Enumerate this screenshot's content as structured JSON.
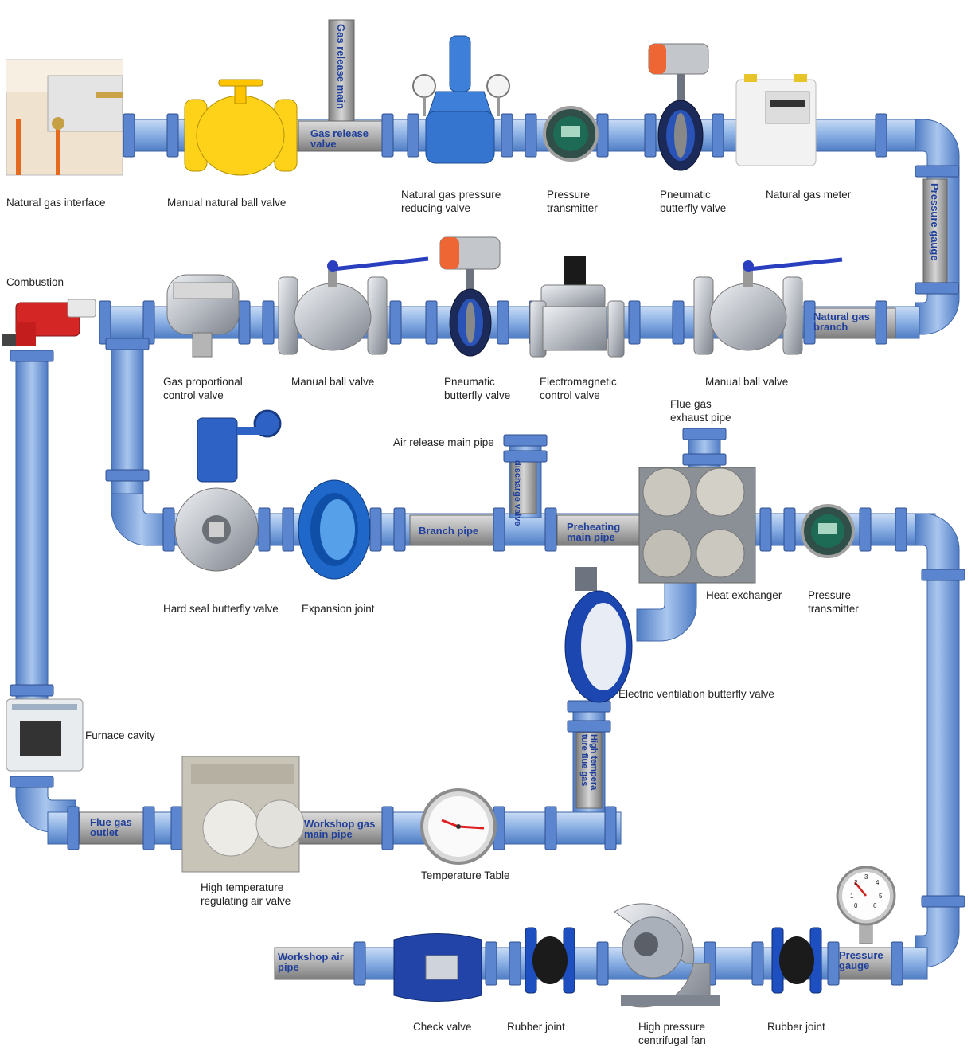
{
  "colors": {
    "pipe": "#8eb3e6",
    "pipe_dark": "#4f7cc4",
    "pipe_light": "#c9dcf5",
    "flange": "#5b86cf",
    "gray_pipe": "#a9a9a9",
    "blue_text": "#1f3f9a",
    "valve_yellow": "#ffd21a",
    "valve_blue": "#2a53b8",
    "valve_gray": "#b9bcc2",
    "actuator_orange": "#ee6633"
  },
  "components": {
    "natural_gas_interface": "Natural gas interface",
    "manual_natural_ball_valve": "Manual natural ball valve",
    "pressure_reducing_valve": "Natural gas pressure\nreducing valve",
    "pressure_transmitter_top": "Pressure\ntransmitter",
    "pneumatic_butterfly_top": "Pneumatic\nbutterfly valve",
    "natural_gas_meter": "Natural gas meter",
    "combustion": "Combustion",
    "gas_proportional_valve": "Gas proportional\ncontrol valve",
    "manual_ball_valve_left": "Manual ball valve",
    "pneumatic_butterfly_mid": "Pneumatic\nbutterfly valve",
    "electromagnetic_valve": "Electromagnetic\ncontrol valve",
    "manual_ball_valve_right": "Manual ball valve",
    "flue_gas_exhaust_pipe": "Flue gas\nexhaust pipe",
    "air_release_main_pipe": "Air release main pipe",
    "hard_seal_butterfly": "Hard seal butterfly valve",
    "expansion_joint": "Expansion joint",
    "heat_exchanger": "Heat exchanger",
    "pressure_transmitter_mid": "Pressure\ntransmitter",
    "electric_ventilation_valve": "Electric ventilation butterfly valve",
    "furnace_cavity": "Furnace cavity",
    "high_temp_air_valve": "High temperature\nregulating air valve",
    "temperature_table": "Temperature Table",
    "check_valve": "Check valve",
    "rubber_joint_left": "Rubber joint",
    "centrifugal_fan": "High pressure\ncentrifugal fan",
    "rubber_joint_right": "Rubber joint"
  },
  "pipe_labels": {
    "gas_release_main": "Gas release main",
    "gas_release_valve_1": "Gas release",
    "gas_release_valve_2": "valve",
    "pressure_gauge_vertical": "Pressure gauge",
    "natural_gas_branch_1": "Natural gas",
    "natural_gas_branch_2": "branch",
    "discharge_valve": "discharge valve",
    "branch_pipe": "Branch pipe",
    "preheating_main_1": "Preheating",
    "preheating_main_2": "main pipe",
    "high_temp_flue_1": "High tempera",
    "high_temp_flue_2": "ture flue gas",
    "flue_gas_outlet_1": "Flue gas",
    "flue_gas_outlet_2": "outlet",
    "workshop_gas_main_1": "Workshop gas",
    "workshop_gas_main_2": "main pipe",
    "workshop_air_1": "Workshop air",
    "workshop_air_2": "pipe",
    "pressure_gauge_bottom_1": "Pressure",
    "pressure_gauge_bottom_2": "gauge"
  },
  "gauge_ticks": [
    "1",
    "2",
    "3",
    "4",
    "5",
    "6",
    "0"
  ]
}
